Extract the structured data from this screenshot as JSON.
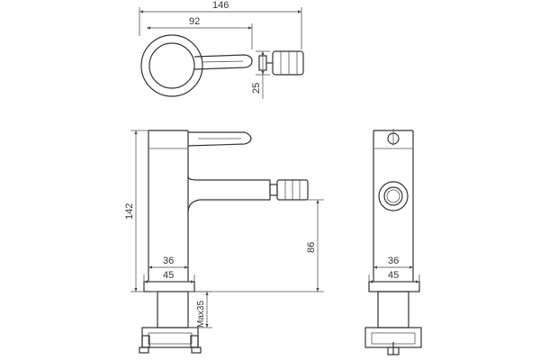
{
  "dimensions": {
    "overall_width": "146",
    "lever_length": "92",
    "spout_offset": "25",
    "height": "142",
    "spout_height": "86",
    "body_diameter_front": "36",
    "base_diameter_front": "45",
    "body_diameter_side": "36",
    "base_diameter_side": "45",
    "max_deck_thickness": "Max35"
  },
  "colors": {
    "line": "#333333",
    "background": "#ffffff"
  }
}
